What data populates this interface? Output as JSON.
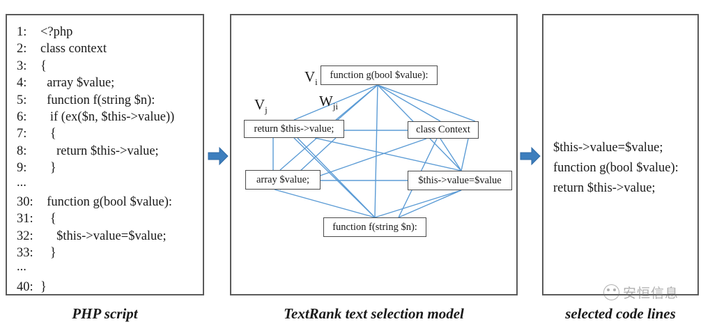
{
  "figure": {
    "panels": [
      {
        "id": "php-script",
        "caption": "PHP script",
        "lines": [
          {
            "num": "1:",
            "text": "<?php"
          },
          {
            "num": "2:",
            "text": "class context"
          },
          {
            "num": "3:",
            "text": "{"
          },
          {
            "num": "4:",
            "text": "  array $value;"
          },
          {
            "num": "5:",
            "text": "  function f(string $n):"
          },
          {
            "num": "6:",
            "text": "   if (ex($n, $this->value))"
          },
          {
            "num": "7:",
            "text": "   {"
          },
          {
            "num": "8:",
            "text": "     return $this->value;"
          },
          {
            "num": "9:",
            "text": "   }"
          },
          {
            "num": "...",
            "text": ""
          },
          {
            "num": "30:",
            "text": "  function g(bool $value):"
          },
          {
            "num": "31:",
            "text": "   {"
          },
          {
            "num": "32:",
            "text": "     $this->value=$value;"
          },
          {
            "num": "33:",
            "text": "   }"
          },
          {
            "num": "...",
            "text": ""
          },
          {
            "num": "40:",
            "text": "}"
          }
        ]
      },
      {
        "id": "textrank-model",
        "caption": "TextRank text selection model",
        "nodes": [
          {
            "id": "vi",
            "label": "function g(bool $value):"
          },
          {
            "id": "vj",
            "label": "return $this->value;"
          },
          {
            "id": "cls",
            "label": "class Context"
          },
          {
            "id": "arr",
            "label": "array $value;"
          },
          {
            "id": "tv",
            "label": "$this->value=$value"
          },
          {
            "id": "fn",
            "label": "function f(string $n):"
          }
        ],
        "annotations": [
          {
            "id": "vi-label",
            "text": "V",
            "subscript": "i"
          },
          {
            "id": "vj-label",
            "text": "V",
            "subscript": "j"
          },
          {
            "id": "wji-label",
            "text": "W",
            "subscript": "ji"
          }
        ],
        "edge_color": "#5b9bd5"
      },
      {
        "id": "selected-code-lines",
        "caption": "selected code lines",
        "lines": [
          "$this->value=$value;",
          "function g(bool $value):",
          "return $this->value;"
        ]
      }
    ],
    "arrows": [
      {
        "id": "arrow-php-to-graph",
        "color": "#3d7ebd"
      },
      {
        "id": "arrow-graph-to-selected",
        "color": "#3d7ebd"
      }
    ],
    "watermark": {
      "text": "安恒信息"
    }
  }
}
